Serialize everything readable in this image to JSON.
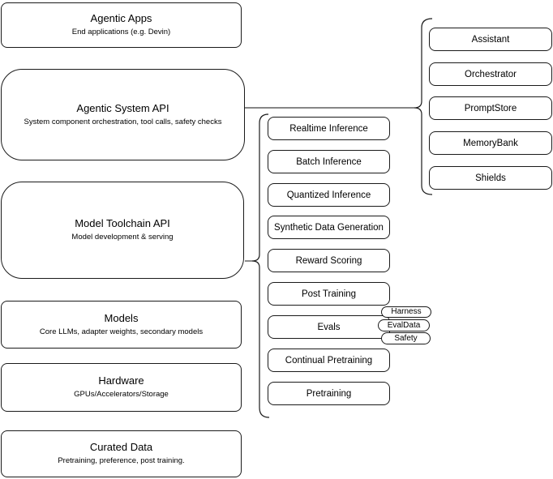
{
  "left_stack": [
    {
      "title": "Agentic Apps",
      "subtitle": "End applications (e.g. Devin)"
    },
    {
      "title": "Agentic System API",
      "subtitle": "System component orchestration, tool calls, safety checks"
    },
    {
      "title": "Model Toolchain API",
      "subtitle": "Model development & serving"
    },
    {
      "title": "Models",
      "subtitle": "Core LLMs, adapter weights, secondary models"
    },
    {
      "title": "Hardware",
      "subtitle": "GPUs/Accelerators/Storage"
    },
    {
      "title": "Curated Data",
      "subtitle": "Pretraining, preference, post training."
    }
  ],
  "toolchain": [
    "Realtime Inference",
    "Batch Inference",
    "Quantized Inference",
    "Synthetic Data Generation",
    "Reward Scoring",
    "Post Training",
    "Evals",
    "Continual Pretraining",
    "Pretraining"
  ],
  "evals_tags": [
    "Harness",
    "EvalData",
    "Safety"
  ],
  "system_components": [
    "Assistant",
    "Orchestrator",
    "PromptStore",
    "MemoryBank",
    "Shields"
  ],
  "colors": {
    "stroke": "#1a1a1a",
    "connector": "#3f3f3f",
    "background": "#ffffff",
    "text": "#000000"
  }
}
